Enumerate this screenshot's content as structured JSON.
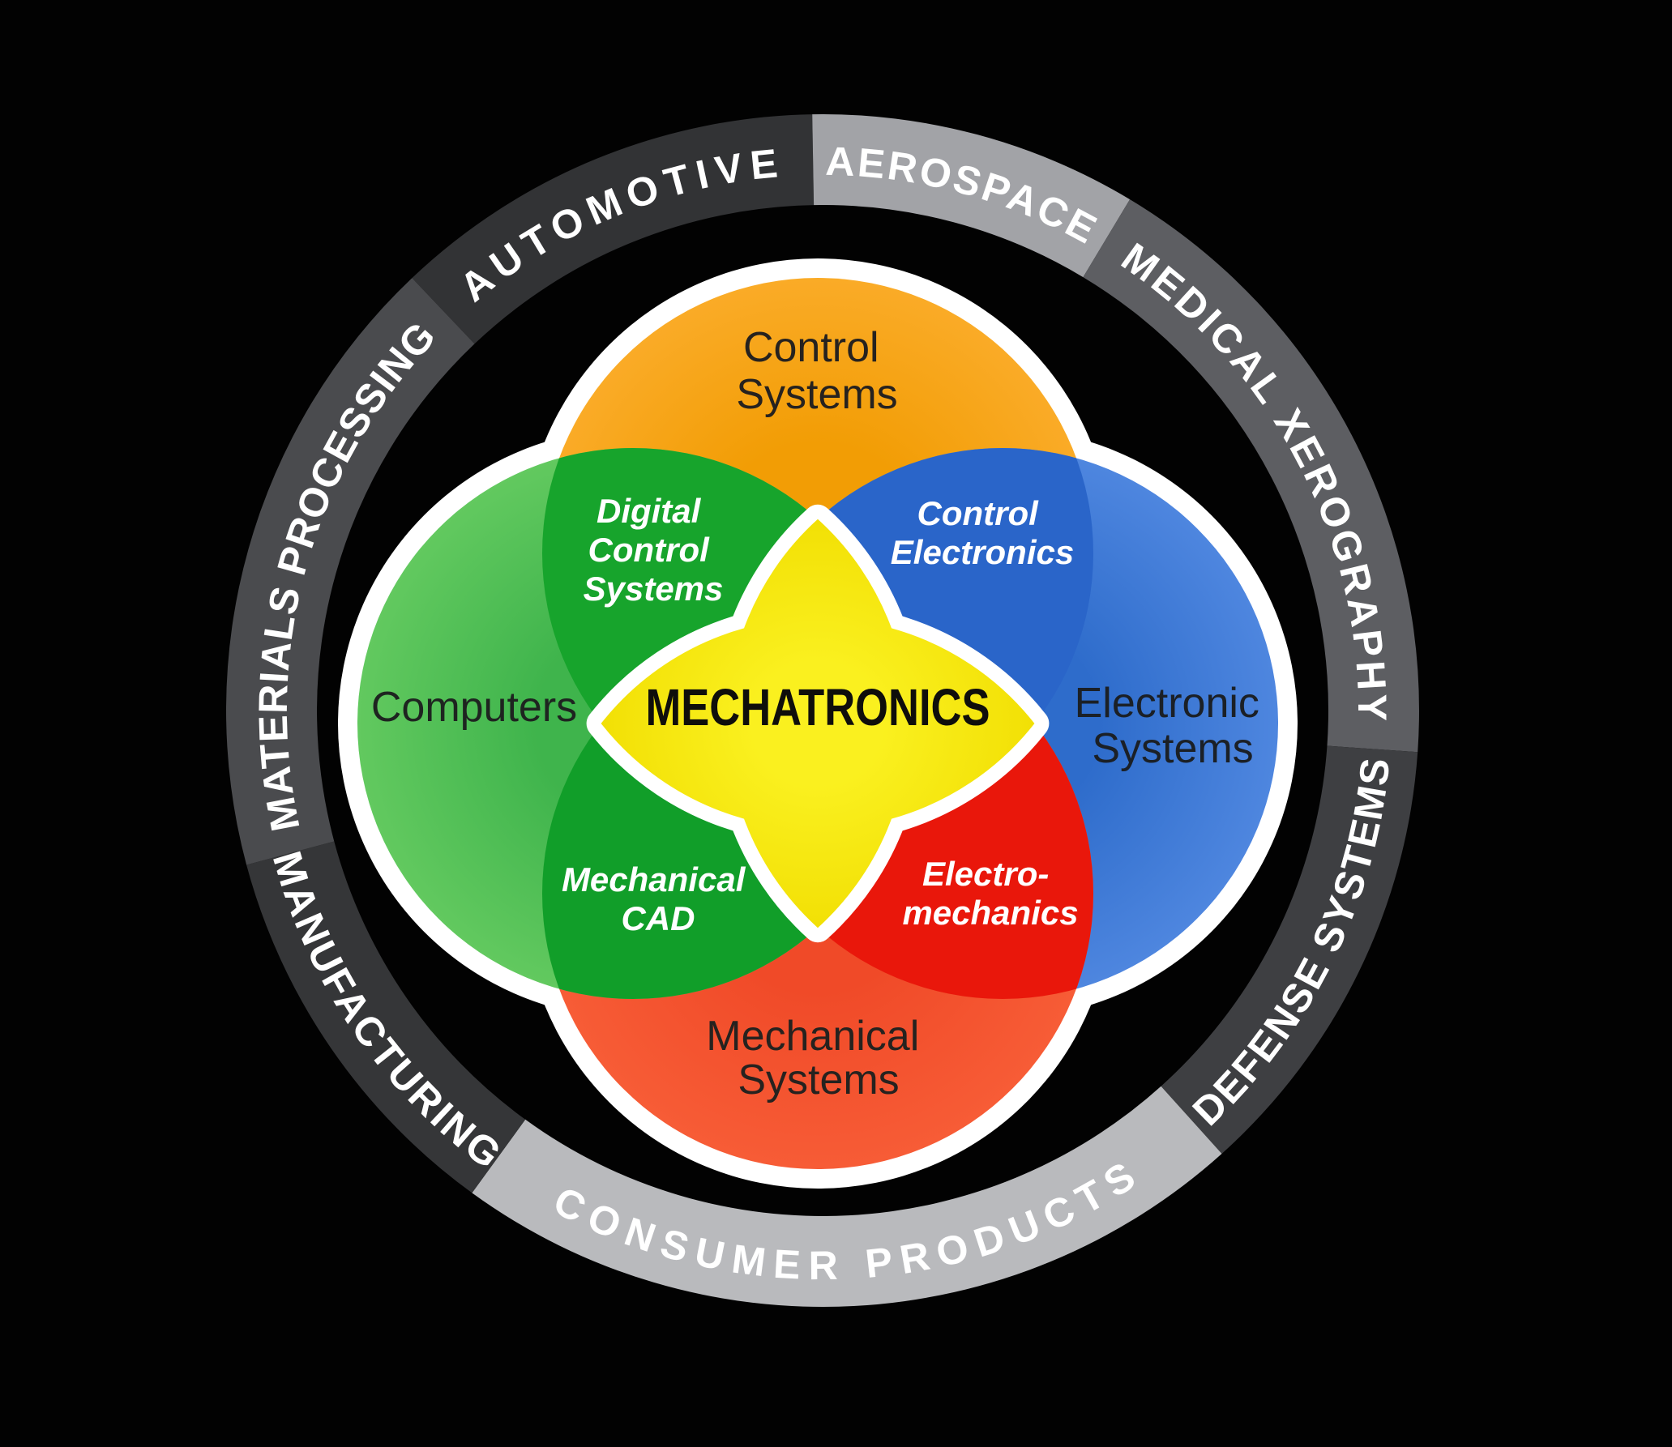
{
  "background": "#020202",
  "ring": {
    "text_color": "#FFFFFF",
    "segments": [
      {
        "label": "AUTOMOTIVE",
        "color": "#323335"
      },
      {
        "label": "AEROSPACE",
        "color": "#A2A3A7"
      },
      {
        "label": "MEDICAL XEROGRAPHY",
        "color": "#5D5E62"
      },
      {
        "label": "DEFENSE SYSTEMS",
        "color": "#3E3F42"
      },
      {
        "label": "CONSUMER PRODUCTS",
        "color": "#B9BABD"
      },
      {
        "label": "MANUFACTURING",
        "color": "#353638"
      },
      {
        "label": "MATERIALS PROCESSING",
        "color": "#4A4B4E"
      }
    ]
  },
  "venn": {
    "outline_color": "#FFFFFF",
    "center": {
      "label": "MECHATRONICS",
      "color_inner": "#F2E005",
      "color_outer": "#FAF01F",
      "text_color": "#0F0E0B"
    },
    "circles": [
      {
        "name": "control-systems",
        "lines": [
          "Control",
          "Systems"
        ],
        "color_inner": "#F29D05",
        "color_outer": "#FAAB27",
        "text_color": "#26221F"
      },
      {
        "name": "electronic-systems",
        "lines": [
          "Electronic",
          "Systems"
        ],
        "color_inner": "#2E6CCB",
        "color_outer": "#4E86DF",
        "text_color": "#1B2026"
      },
      {
        "name": "mechanical-systems",
        "lines": [
          "Mechanical",
          "Systems"
        ],
        "color_inner": "#F04A28",
        "color_outer": "#F75C36",
        "text_color": "#26221F"
      },
      {
        "name": "computers",
        "lines": [
          "Computers"
        ],
        "color_inner": "#3FB44C",
        "color_outer": "#62C95F",
        "text_color": "#1E2420"
      }
    ],
    "overlaps": [
      {
        "name": "digital-control-systems",
        "lines": [
          "Digital",
          "Control",
          "Systems"
        ],
        "color": "#17A42C",
        "text_color": "#FFFFFF"
      },
      {
        "name": "control-electronics",
        "lines": [
          "Control",
          "Electronics"
        ],
        "color": "#2A65C9",
        "text_color": "#FFFFFF"
      },
      {
        "name": "electro-mechanics",
        "lines": [
          "Electro-",
          "mechanics"
        ],
        "color": "#E9170B",
        "text_color": "#FFFFFF"
      },
      {
        "name": "mechanical-cad",
        "lines": [
          "Mechanical",
          "CAD"
        ],
        "color": "#119E29",
        "text_color": "#FFFFFF"
      }
    ]
  }
}
